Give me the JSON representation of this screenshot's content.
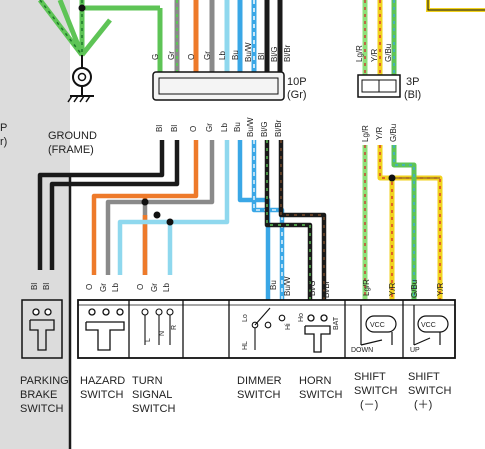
{
  "connectors": {
    "c10p": {
      "label": "10P",
      "color": "(Gr)"
    },
    "c3p": {
      "label": "3P",
      "color": "(Bl)"
    }
  },
  "ground": {
    "line1": "GROUND",
    "line2": "(FRAME)"
  },
  "left_cut": {
    "line1": "P",
    "line2": "r)"
  },
  "wire_labels_upper": [
    "G",
    "Gr",
    "O",
    "Gr",
    "Lb",
    "Bu",
    "Bu/W",
    "Bl",
    "Bl/G",
    "Bl/Br"
  ],
  "wire_labels_10p_bottom": [
    "Bl",
    "Bl",
    "O",
    "Gr",
    "Lb",
    "Bu",
    "Bu/W",
    "Bl/G",
    "Bl/Br"
  ],
  "wire_labels_3p_upper": [
    "Lg/R",
    "Y/R",
    "G/Bu"
  ],
  "wire_labels_3p_lower": [
    "Lg/R",
    "Y/R",
    "G/Bu"
  ],
  "switch_wire_labels": {
    "parking": [
      "Bl",
      "Bl"
    ],
    "hazard": [
      "O",
      "Gr",
      "Lb"
    ],
    "turn": [
      "O",
      "Gr",
      "Lb"
    ],
    "dimmer": [
      "Bu",
      "Bu/W"
    ],
    "horn": [
      "Bl/G",
      "Bl/Br"
    ],
    "shift_down": [
      "Lg/R",
      "Y/R"
    ],
    "shift_up": [
      "G/Bu",
      "Y/R"
    ]
  },
  "switch_inner": {
    "turn": [
      "L",
      "N",
      "R"
    ],
    "dimmer": [
      "Lo",
      "HL",
      "Hi"
    ],
    "horn": [
      "Ho",
      "BAT"
    ],
    "vcc": "VCC",
    "down": "DOWN",
    "up": "UP"
  },
  "switches": {
    "parking": [
      "PARKING",
      "BRAKE",
      "SWITCH"
    ],
    "hazard": [
      "HAZARD",
      "SWITCH"
    ],
    "turn": [
      "TURN",
      "SIGNAL",
      "SWITCH"
    ],
    "dimmer": [
      "DIMMER",
      "SWITCH"
    ],
    "horn": [
      "HORN",
      "SWITCH"
    ],
    "shift_down": [
      "SHIFT",
      "SWITCH",
      "(－)"
    ],
    "shift_up": [
      "SHIFT",
      "SWITCH",
      "(＋)"
    ]
  },
  "colors": {
    "green": "#5ec456",
    "dark_green": "#1f7a2a",
    "orange": "#ee7a2a",
    "light_blue": "#8fd8ee",
    "blue": "#3aa7e6",
    "black": "#1a1a1a",
    "brown": "#7a4a2a",
    "yellow": "#f1d21e",
    "red": "#d42a2a",
    "gray": "#8a8a8a"
  }
}
